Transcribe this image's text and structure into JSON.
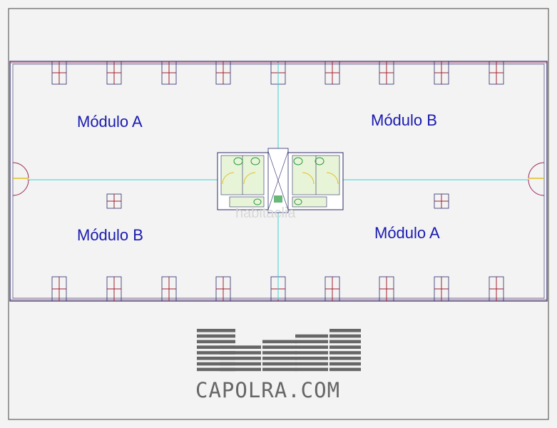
{
  "plan": {
    "modules": [
      {
        "label": "Módulo A"
      },
      {
        "label": "Módulo B"
      },
      {
        "label": "Módulo B"
      },
      {
        "label": "Módulo A"
      }
    ],
    "watermark": "habitaclia"
  },
  "brand": {
    "name": "CAPOLRA.COM"
  },
  "colors": {
    "background": "#f3f3f3",
    "frame": "#444444",
    "wall": "#2a2a6a",
    "wall_accent": "#a03060",
    "axis": "#40d0d0",
    "column": "#a02030",
    "wc_fill": "#e8f4d8",
    "wc_fixture": "#2a9a40",
    "wc_accent": "#e0c020",
    "module_text": "#1a1ab0",
    "logo": "#666666"
  }
}
